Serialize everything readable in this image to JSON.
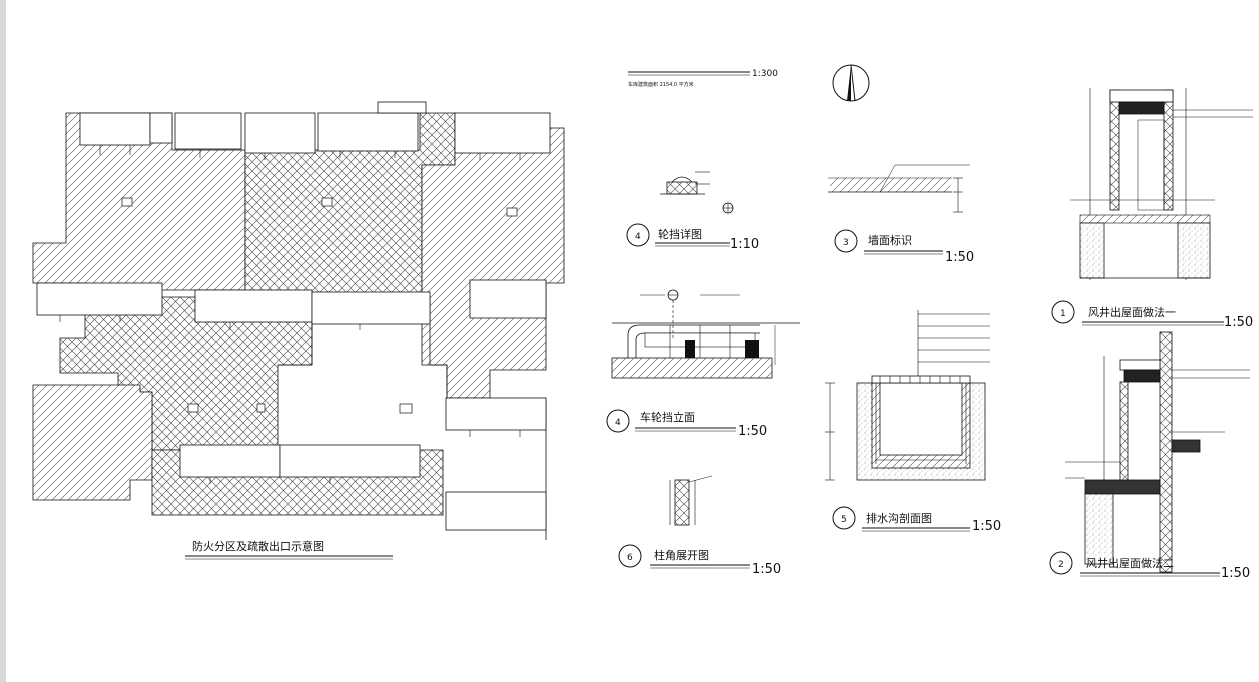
{
  "plan": {
    "title": "防火分区及疏散出口示意图",
    "top_note": "车库建筑面积 2154.0 平方米",
    "top_scale": "1:300"
  },
  "details": [
    {
      "id": "d4a",
      "number": "4",
      "title": "轮挡详图",
      "scale": "1:10"
    },
    {
      "id": "d4b",
      "number": "4",
      "title": "车轮挡立面",
      "scale": "1:50"
    },
    {
      "id": "d6",
      "number": "6",
      "title": "柱角展开图",
      "scale": "1:50"
    },
    {
      "id": "d3",
      "number": "3",
      "title": "墙面标识",
      "scale": "1:50"
    },
    {
      "id": "d5",
      "number": "5",
      "title": "排水沟剖面图",
      "scale": "1:50"
    },
    {
      "id": "d1",
      "number": "1",
      "title": "风井出屋面做法一",
      "scale": "1:50"
    },
    {
      "id": "d2",
      "number": "2",
      "title": "风井出屋面做法二",
      "scale": "1:50"
    }
  ],
  "colors": {
    "line": "#111111",
    "background": "#ffffff",
    "sidebar": "#d8d8d8"
  }
}
